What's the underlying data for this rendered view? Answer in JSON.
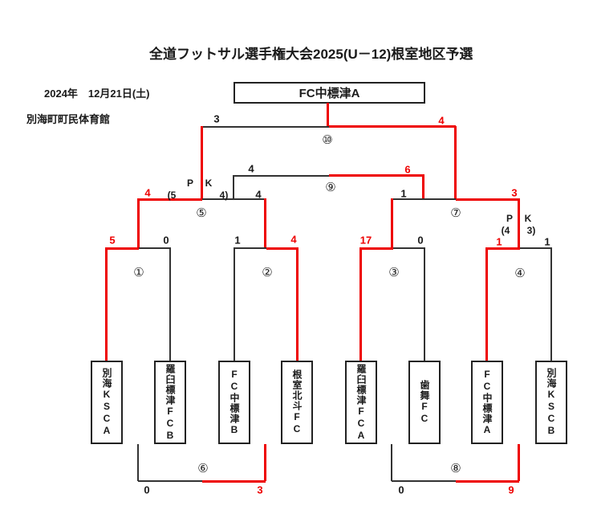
{
  "page": {
    "title": "全道フットサル選手権大会2025(U－12)根室地区予選",
    "date": "2024年　12月21日(土)",
    "venue": "別海町町民体育館"
  },
  "champion": {
    "label": "FC中標津A"
  },
  "teams": [
    "別海KSCA",
    "羅臼標津FCB",
    "FC中標津B",
    "根室北斗FC",
    "羅臼標津FCA",
    "歯舞FC",
    "FC中標津A",
    "別海KSCB"
  ],
  "colors": {
    "winner_red": "#ee0000",
    "line_black": "#333333"
  },
  "matches": {
    "m1": {
      "no": "①",
      "left_score": "5",
      "right_score": "0",
      "winner_side": "left"
    },
    "m2": {
      "no": "②",
      "left_score": "1",
      "right_score": "4",
      "winner_side": "right"
    },
    "m3": {
      "no": "③",
      "left_score": "17",
      "right_score": "0",
      "winner_side": "left"
    },
    "m4": {
      "no": "④",
      "left_score": "1",
      "right_score": "1",
      "winner_side": "left",
      "pk": {
        "p": "P",
        "k": "K",
        "left": "(4",
        "right": "3)"
      }
    },
    "m5": {
      "no": "⑤",
      "left_score": "4",
      "right_score": "4",
      "winner_side": "left",
      "pk": {
        "p": "P",
        "k": "K",
        "left": "(5",
        "right": "4)"
      }
    },
    "m6": {
      "no": "⑥",
      "left_score": "0",
      "right_score": "3",
      "winner_side": "right"
    },
    "m7": {
      "no": "⑦",
      "left_score": "1",
      "right_score": "3",
      "winner_side": "right"
    },
    "m8": {
      "no": "⑧",
      "left_score": "0",
      "right_score": "9",
      "winner_side": "right"
    },
    "m9": {
      "no": "⑨",
      "left_score": "4",
      "right_score": "6",
      "winner_side": "right"
    },
    "m10": {
      "no": "⑩",
      "left_score": "3",
      "right_score": "4",
      "winner_side": "right"
    }
  }
}
